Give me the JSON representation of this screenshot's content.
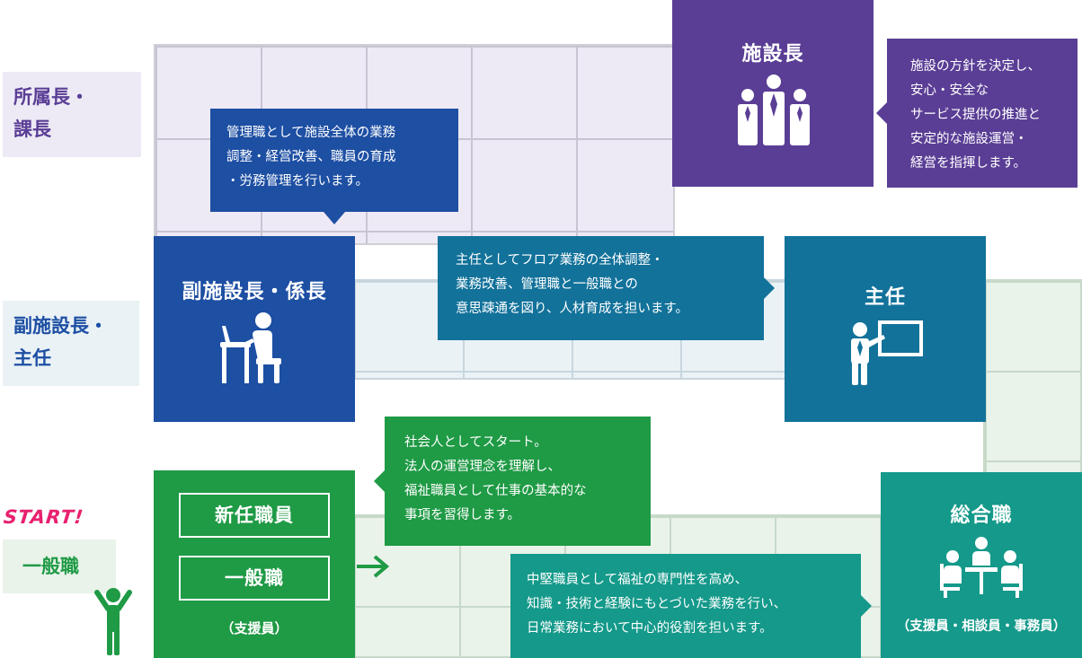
{
  "tiers": {
    "top": "所属長・\n課長",
    "middle": "副施設長・\n主任",
    "bottom": "一般職"
  },
  "start_label": "START!",
  "boxes": {
    "director": {
      "title": "施設長",
      "icon": "group-people-icon"
    },
    "vice_director": {
      "title": "副施設長・係長",
      "icon": "person-at-desk-icon"
    },
    "chief": {
      "title": "主任",
      "icon": "person-presenting-board-icon"
    },
    "entry": {
      "new_staff": "新任職員",
      "general": "一般職",
      "sub": "（支援員）"
    },
    "general_career": {
      "title": "総合職",
      "icon": "meeting-table-icon",
      "sub": "（支援員・相談員・事務員）"
    }
  },
  "notes": {
    "director": "施設の方針を決定し、\n安心・安全な\nサービス提供の推進と\n安定的な施設運営・\n経営を指揮します。",
    "vice_director": "管理職として施設全体の業務\n調整・経営改善、職員の育成\n・労務管理を行います。",
    "chief": "主任としてフロア業務の全体調整・\n業務改善、管理職と一般職との\n意思疎通を図り、人材育成を担います。",
    "entry": "社会人としてスタート。\n法人の運営理念を理解し、\n福祉職員として仕事の基本的な\n事項を習得します。",
    "general_career": "中堅職員として福祉の専門性を高め、\n知識・技術と経験にもとづいた業務を行い、\n日常業務において中心的役割を担います。"
  },
  "colors": {
    "purple": "#5a3e95",
    "blue": "#1d4fa3",
    "teal": "#12729a",
    "green": "#1f9a45",
    "sea_green": "#14998a",
    "start_pink": "#e8216f"
  }
}
